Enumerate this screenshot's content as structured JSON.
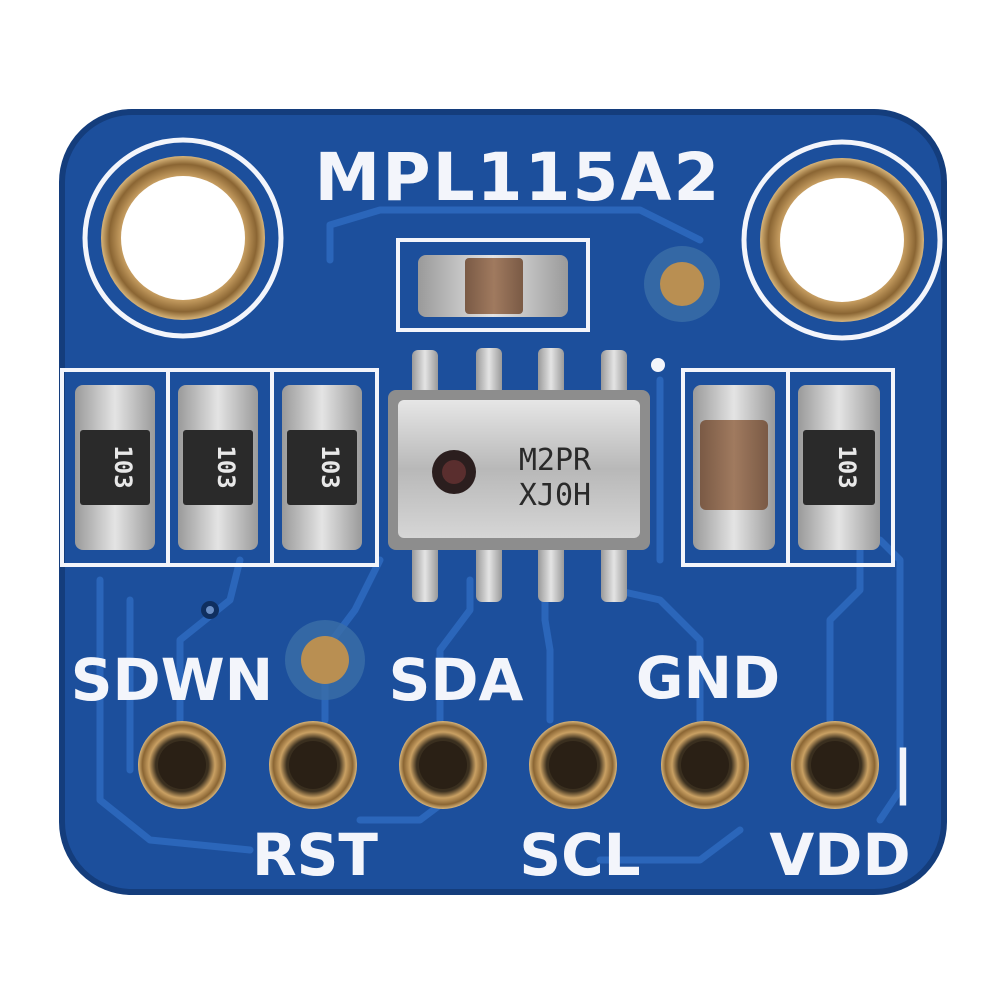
{
  "board": {
    "title": "MPL115A2",
    "colors": {
      "pcb": "#1c4f9c",
      "trace": "#2a63b6",
      "silkscreen": "#f3f5fb",
      "gold": "#b98f52",
      "tin": "#c9c9c9"
    }
  },
  "chip": {
    "line1": "M2PR",
    "line2": "XJ0H"
  },
  "resistors": [
    {
      "code": "103"
    },
    {
      "code": "103"
    },
    {
      "code": "103"
    },
    {
      "code": "103"
    }
  ],
  "pins": {
    "top_labels": [
      "SDWN",
      "SDA",
      "GND"
    ],
    "bottom_labels": [
      "RST",
      "SCL",
      "VDD"
    ],
    "pin1_marker": "|"
  }
}
